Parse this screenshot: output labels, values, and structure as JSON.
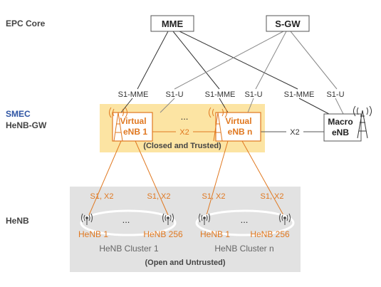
{
  "rows": {
    "epc": "EPC Core",
    "smec": "SMEC",
    "henb_gw": "HeNB-GW",
    "henb": "HeNB"
  },
  "core": {
    "mme": "MME",
    "sgw": "S-GW"
  },
  "interfaces": {
    "s1_mme": "S1-MME",
    "s1_u": "S1-U",
    "x2": "X2",
    "s1_x2": "S1, X2"
  },
  "gw": {
    "virtual_enb_1_line1": "Virtual",
    "virtual_enb_1_line2": "eNB 1",
    "virtual_enb_n_line1": "Virtual",
    "virtual_enb_n_line2": "eNB n",
    "ellipsis": "...",
    "zone_caption": "(Closed and Trusted)"
  },
  "macro": {
    "line1": "Macro",
    "line2": "eNB"
  },
  "henb_area": {
    "henb_1": "HeNB 1",
    "henb_256": "HeNB 256",
    "ellipsis": "...",
    "cluster_1": "HeNB Cluster 1",
    "cluster_n": "HeNB Cluster n",
    "zone_caption": "(Open and Untrusted)"
  },
  "colors": {
    "orange": "#e07820",
    "trusted_fill": "#fce4a3",
    "untrusted_fill": "#e2e2e2",
    "smec_blue": "#2f55a4",
    "label_gray": "#444444"
  }
}
